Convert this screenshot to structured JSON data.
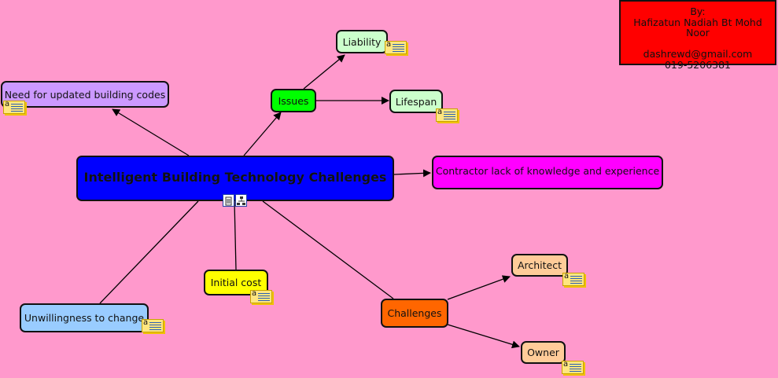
{
  "credits": {
    "by": "By:",
    "author": "Hafizatun Nadiah Bt Mohd Noor",
    "email": "dashrewd@gmail.com",
    "phone": "019-5206381"
  },
  "nodes": {
    "root": "Intelligent Building Technology Challenges",
    "building_codes": "Need for updated building codes",
    "issues": "Issues",
    "liability": "Liability",
    "lifespan": "Lifespan",
    "contractor": "Contractor lack of knowledge and experience",
    "unwillingness": "Unwillingness to change",
    "initial_cost": "Initial cost",
    "challenges": "Challenges",
    "architect": "Architect",
    "owner": "Owner"
  },
  "colors": {
    "background": "#ff99cc",
    "root": "#0000ff",
    "building_codes": "#cc99ff",
    "issues": "#00ff00",
    "liability": "#ccffcc",
    "lifespan": "#ccffcc",
    "contractor": "#ff00ff",
    "unwillingness": "#99ccff",
    "initial_cost": "#ffff00",
    "challenges": "#ff6600",
    "architect": "#ffcc99",
    "owner": "#ffcc99",
    "credits": "#ff0000"
  },
  "icons": {
    "note": "annotation-note-icon",
    "root_left": "document-icon",
    "root_right": "hierarchy-icon"
  }
}
